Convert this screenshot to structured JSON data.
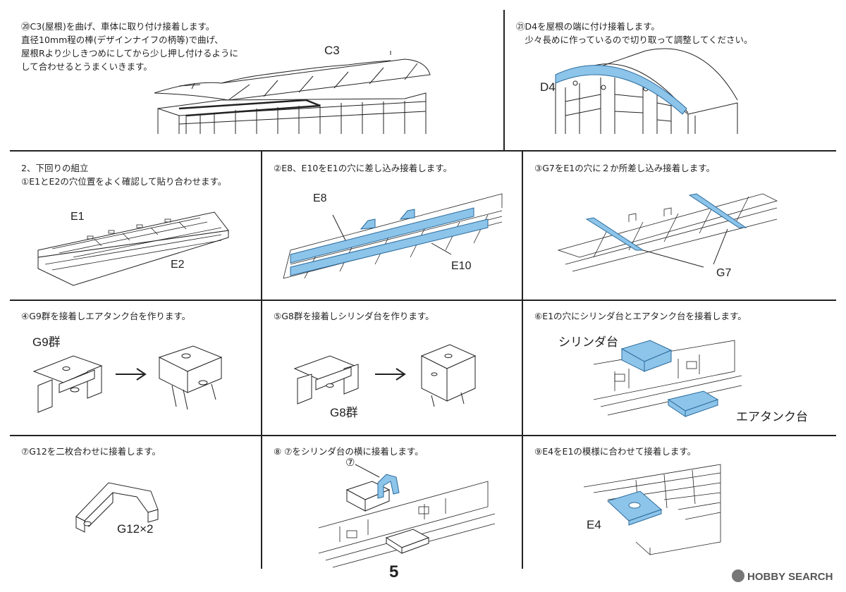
{
  "steps": {
    "s20": {
      "text": "⑳C3(屋根)を曲げ、車体に取り付け接着します。\n直径10mm程の棒(デザインナイフの柄等)で曲げ、\n屋根Rより少しきつめにしてから少し押し付けるように\nして合わせるとうまくいきます。",
      "label_c3": "C3"
    },
    "s21": {
      "text": "㉑D4を屋根の端に付け接着します。\n　少々長めに作っているので切り取って調整してください。",
      "label_d4": "D4"
    },
    "s2_1": {
      "text": "2、下回りの組立\n①E1とE2の穴位置をよく確認して貼り合わせます。",
      "label_e1": "E1",
      "label_e2": "E2"
    },
    "s2_2": {
      "text": "②E8、E10をE1の穴に差し込み接着します。",
      "label_e8": "E8",
      "label_e10": "E10"
    },
    "s2_3": {
      "text": "③G7をE1の穴に２か所差し込み接着します。",
      "label_g7": "G7"
    },
    "s2_4": {
      "text": "④G9群を接着しエアタンク台を作ります。",
      "label_g9": "G9群"
    },
    "s2_5": {
      "text": "⑤G8群を接着しシリンダ台を作ります。",
      "label_g8": "G8群"
    },
    "s2_6": {
      "text": "⑥E1の穴にシリンダ台とエアタンク台を接着します。",
      "label_cyl": "シリンダ台",
      "label_air": "エアタンク台"
    },
    "s2_7": {
      "text": "⑦G12を二枚合わせに接着します。",
      "label_g12": "G12×2"
    },
    "s2_8": {
      "text": "⑧ ⑦をシリンダ台の横に接着します。",
      "label_7": "⑦"
    },
    "s2_9": {
      "text": "⑨E4をE1の模様に合わせて接着します。",
      "label_e4": "E4"
    }
  },
  "footer": {
    "page_number": "5",
    "watermark": "HOBBY SEARCH"
  },
  "colors": {
    "highlight": "#8cc4ea",
    "highlight_stroke": "#2b6a9a",
    "line": "#222222"
  }
}
